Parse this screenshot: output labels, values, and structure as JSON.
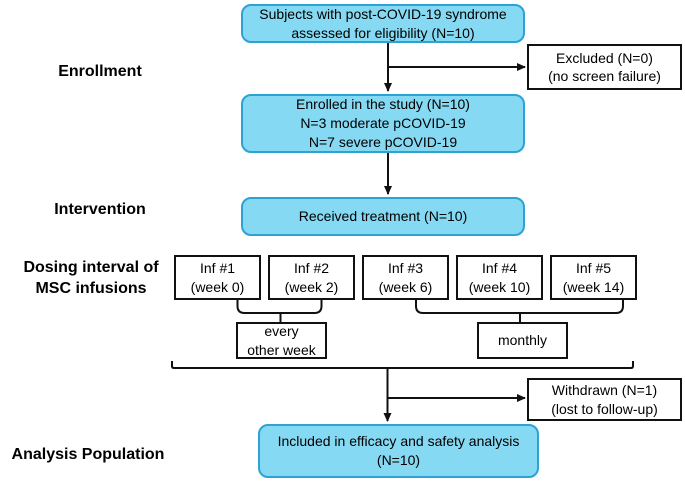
{
  "figure_title": "Clinical trial CONSORT flow diagram",
  "colors": {
    "cyan_box_fill": "#85D9F2",
    "cyan_box_border": "#2BA3D5",
    "line": "#111111"
  },
  "section_labels": {
    "enrollment": "Enrollment",
    "intervention": "Intervention",
    "dosing_line1": "Dosing interval of",
    "dosing_line2": "MSC infusions",
    "analysis_population": "Analysis Population"
  },
  "boxes": {
    "eligibility": {
      "line1": "Subjects with post-COVID-19 syndrome",
      "line2": "assessed for eligibility (N=10)"
    },
    "excluded": {
      "line1": "Excluded (N=0)",
      "line2": "(no screen failure)"
    },
    "enrolled": {
      "line1": "Enrolled in the study (N=10)",
      "line2": "N=3 moderate pCOVID-19",
      "line3": "N=7 severe pCOVID-19"
    },
    "treatment": {
      "line1": "Received treatment (N=10)"
    },
    "infusions": [
      {
        "line1": "Inf #1",
        "line2": "(week 0)"
      },
      {
        "line1": "Inf #2",
        "line2": "(week 2)"
      },
      {
        "line1": "Inf #3",
        "line2": "(week 6)"
      },
      {
        "line1": "Inf #4",
        "line2": "(week 10)"
      },
      {
        "line1": "Inf #5",
        "line2": "(week 14)"
      }
    ],
    "every_other_week": {
      "line1": "every",
      "line2": "other week"
    },
    "monthly": {
      "line1": "monthly"
    },
    "withdrawn": {
      "line1": "Withdrawn (N=1)",
      "line2": "(lost to follow-up)"
    },
    "analysis": {
      "line1": "Included in efficacy and safety analysis",
      "line2": "(N=10)"
    }
  }
}
